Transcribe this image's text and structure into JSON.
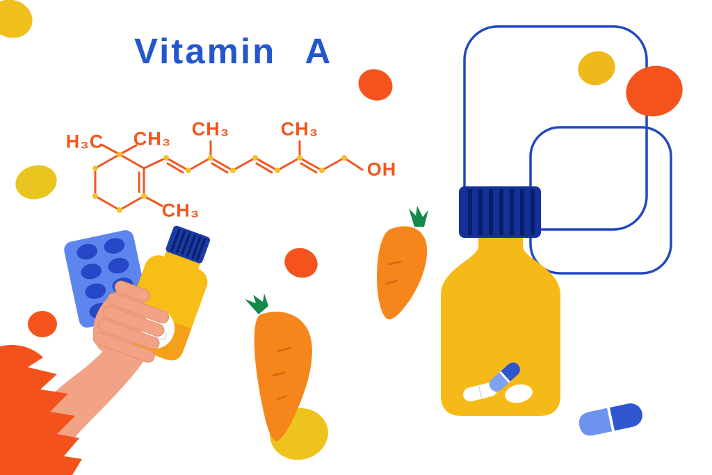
{
  "title": "Vitamin A",
  "formula": {
    "h3c": "H₃C",
    "ch3_ring_top": "CH₃",
    "ch3_ring_bottom": "CH₃",
    "ch3_chain_left": "CH₃",
    "ch3_chain_right": "CH₃",
    "oh": "OH"
  },
  "colors": {
    "title_blue": "#2457CC",
    "formula_orange": "#F4541D",
    "frame_outline_blue": "#2148C0",
    "accent_orange": "#F4531D",
    "accent_yellow": "#EFBF1E",
    "bottle_yellow": "#F6BA18",
    "cap_navy": "#14309A",
    "cap_stripe_navy": "#081E66",
    "blister_pack_blue": "#5C86EE",
    "blister_pill_blue": "#2648C6",
    "capsule_blue_dark": "#2F55CF",
    "capsule_blue_light": "#6E92F0",
    "hand_skin": "#F2A285",
    "sleeve_orange": "#F4521C",
    "carrot_orange": "#F6861B",
    "carrot_green": "#118A4A",
    "vertex_dot_yellow": "#F2C12E"
  }
}
